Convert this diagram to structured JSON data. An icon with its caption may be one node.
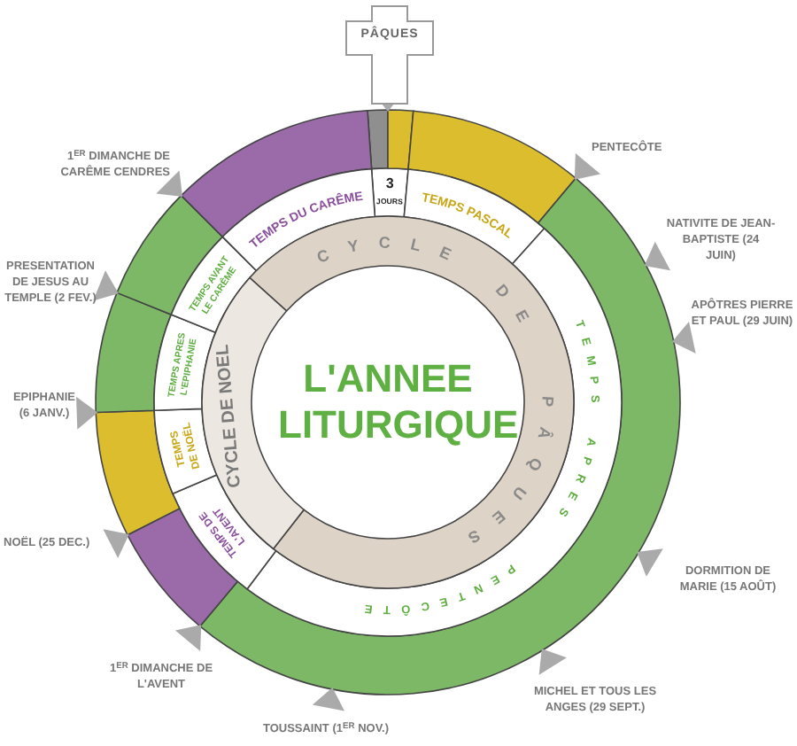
{
  "diagram": {
    "title": "L'ANNEE LITURGIQUE",
    "nodes": [
      {
        "text": [
          "PÂQUES"
        ]
      },
      {
        "text": [
          "3",
          "JOURS"
        ]
      },
      {
        "text": [
          "TEMPS PASCAL"
        ]
      },
      {
        "text": [
          "TEMPS",
          "APRES",
          "PENTECÔTE"
        ]
      },
      {
        "text": [
          "TEMPS DE L'AVENT"
        ]
      },
      {
        "text": [
          "TEMPS DE NOËL"
        ]
      },
      {
        "text": [
          "TEMPS APRES L'EPIPHANIE"
        ]
      },
      {
        "text": [
          "TEMPS AVANT LE CARÊME"
        ]
      },
      {
        "text": [
          "TEMPS DU CARÊME"
        ]
      },
      {
        "text": [
          "CYCLE",
          "DE",
          "PÂQUES"
        ]
      },
      {
        "text": [
          "CYCLE DE NOEL"
        ]
      }
    ],
    "labels": [
      "1$^{ER}$ DIMANCHE DE CARÊME CENDRES",
      "PENTECÔTE",
      "PRESENTATION DE JESUS AU TEMPLE (2 FEV.)",
      "NATIVITE DE JEAN-BAPTISTE (24 JUIN)",
      "APÔTRES PIERRE ET PAUL (29 JUIN)",
      "EPIPHANIE (6 JANV.)",
      "NOËL (25 DEC.)",
      "DORMITION DE MARIE (15 AOÛT)",
      "1$^{ER}$ DIMANCHE DE L'AVENT",
      "MICHEL ET TOUS LES ANGES (29 SEPT.)",
      "TOUSSAINT (1$^{ER}$ NOV.)"
    ]
  }
}
